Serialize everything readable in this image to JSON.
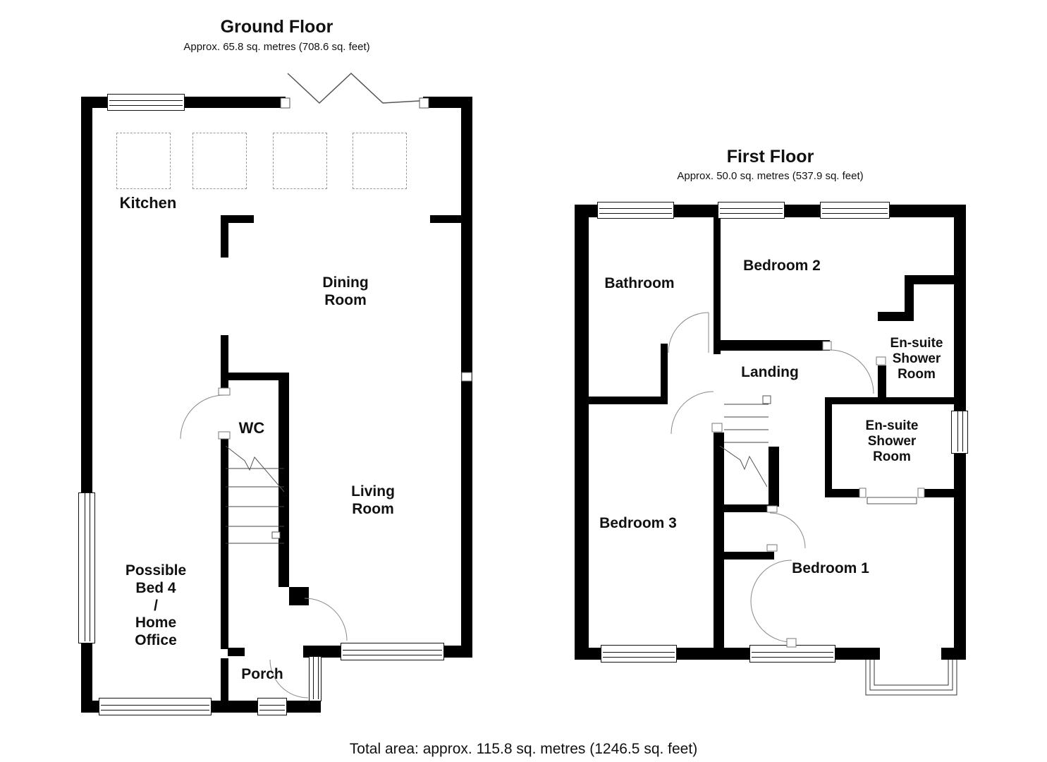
{
  "colors": {
    "wall": "#000000",
    "thin_line": "#555555",
    "background": "#ffffff",
    "label": "#111111"
  },
  "ground": {
    "title": "Ground Floor",
    "subtitle": "Approx. 65.8 sq. metres (708.6 sq. feet)",
    "rooms": {
      "kitchen": "Kitchen",
      "dining": "Dining\nRoom",
      "wc": "WC",
      "living": "Living\nRoom",
      "bed4": "Possible\nBed 4\n/\nHome\nOffice",
      "porch": "Porch"
    }
  },
  "first": {
    "title": "First Floor",
    "subtitle": "Approx. 50.0 sq. metres (537.9 sq. feet)",
    "rooms": {
      "bathroom": "Bathroom",
      "bedroom2": "Bedroom 2",
      "ensuite_upper": "En-suite\nShower\nRoom",
      "landing": "Landing",
      "ensuite_lower": "En-suite\nShower\nRoom",
      "bedroom3": "Bedroom 3",
      "bedroom1": "Bedroom 1"
    }
  },
  "footer": {
    "total": "Total area: approx. 115.8 sq. metres (1246.5 sq. feet)"
  }
}
